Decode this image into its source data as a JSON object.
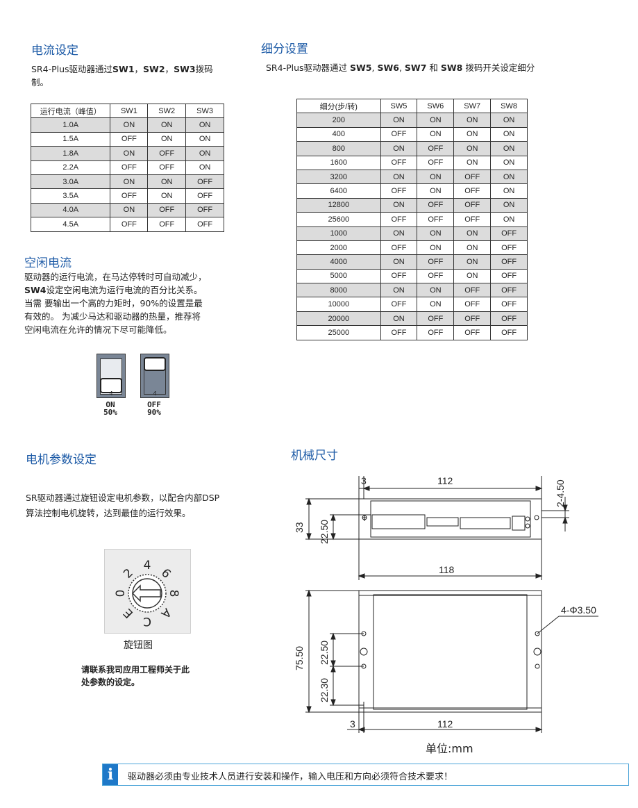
{
  "current": {
    "title": "电流设定",
    "desc_pre": "SR4-Plus驱动器通过",
    "desc_sw1": "SW1",
    "desc_sep1": "，",
    "desc_sw2": "SW2",
    "desc_sep2": "，",
    "desc_sw3": "SW3",
    "desc_post1": "拨码",
    "desc_post2": "制。",
    "headers": [
      "运行电流（峰值）",
      "SW1",
      "SW2",
      "SW3"
    ],
    "rows": [
      [
        "1.0A",
        "ON",
        "ON",
        "ON"
      ],
      [
        "1.5A",
        "OFF",
        "ON",
        "ON"
      ],
      [
        "1.8A",
        "ON",
        "OFF",
        "ON"
      ],
      [
        "2.2A",
        "OFF",
        "OFF",
        "ON"
      ],
      [
        "3.0A",
        "ON",
        "ON",
        "OFF"
      ],
      [
        "3.5A",
        "OFF",
        "ON",
        "OFF"
      ],
      [
        "4.0A",
        "ON",
        "OFF",
        "OFF"
      ],
      [
        "4.5A",
        "OFF",
        "OFF",
        "OFF"
      ]
    ]
  },
  "idle": {
    "title": "空闲电流",
    "line1": "驱动器的运行电流，在马达停转时可自动减少，",
    "line2_bold": "SW4",
    "line2_rest": "设定空闲电流为运行电流的百分比关系。",
    "line3": "当需 要输出一个高的力矩时，90%的设置是最",
    "line4": "有效的。 为减少马达和驱动器的热量，推荐将",
    "line5": "空闲电流在允许的情况下尽可能降低。",
    "dip_number": "4",
    "on_label": "ON",
    "on_value": "50%",
    "off_label": "OFF",
    "off_value": "90%"
  },
  "motor": {
    "title": "电机参数设定",
    "line1": "SR驱动器通过旋钮设定电机参数，以配合内部DSP",
    "line2": "算法控制电机旋转，达到最佳的运行效果。",
    "knob_caption": "旋钮图",
    "knob_digits": [
      "0",
      "2",
      "4",
      "6",
      "8",
      "A",
      "C",
      "E"
    ],
    "contact_line1": "请联系我司应用工程师关于此",
    "contact_line2": "处参数的设定。"
  },
  "micro": {
    "title": "细分设置",
    "desc_pre": "SR4-Plus驱动器通过 ",
    "desc_sw5": "SW5",
    "desc_c1": ", ",
    "desc_sw6": "SW6",
    "desc_c2": ", ",
    "desc_sw7": "SW7",
    "desc_and": " 和 ",
    "desc_sw8": "SW8",
    "desc_post": " 拨码开关设定细分",
    "headers": [
      "细分(步/转)",
      "SW5",
      "SW6",
      "SW7",
      "SW8"
    ],
    "rows": [
      [
        "200",
        "ON",
        "ON",
        "ON",
        "ON"
      ],
      [
        "400",
        "OFF",
        "ON",
        "ON",
        "ON"
      ],
      [
        "800",
        "ON",
        "OFF",
        "ON",
        "ON"
      ],
      [
        "1600",
        "OFF",
        "OFF",
        "ON",
        "ON"
      ],
      [
        "3200",
        "ON",
        "ON",
        "OFF",
        "ON"
      ],
      [
        "6400",
        "OFF",
        "ON",
        "OFF",
        "ON"
      ],
      [
        "12800",
        "ON",
        "OFF",
        "OFF",
        "ON"
      ],
      [
        "25600",
        "OFF",
        "OFF",
        "OFF",
        "ON"
      ],
      [
        "1000",
        "ON",
        "ON",
        "ON",
        "OFF"
      ],
      [
        "2000",
        "OFF",
        "ON",
        "ON",
        "OFF"
      ],
      [
        "4000",
        "ON",
        "OFF",
        "ON",
        "OFF"
      ],
      [
        "5000",
        "OFF",
        "OFF",
        "ON",
        "OFF"
      ],
      [
        "8000",
        "ON",
        "ON",
        "OFF",
        "OFF"
      ],
      [
        "10000",
        "OFF",
        "ON",
        "OFF",
        "OFF"
      ],
      [
        "20000",
        "ON",
        "OFF",
        "OFF",
        "OFF"
      ],
      [
        "25000",
        "OFF",
        "OFF",
        "OFF",
        "OFF"
      ]
    ]
  },
  "mech": {
    "title": "机械尺寸",
    "dim_3_top": "3",
    "dim_112_top": "112",
    "dim_2_4_50": "2-4.50",
    "dim_33": "33",
    "dim_22_50_top": "22.50",
    "dim_118": "118",
    "dim_4_hole": "4-Φ3.50",
    "dim_75_50": "75.50",
    "dim_22_50_bot": "22.50",
    "dim_22_30": "22.30",
    "dim_3_bot": "3",
    "dim_112_bot": "112",
    "unit": "单位:mm"
  },
  "notice": {
    "icon": "i",
    "text": "驱动器必须由专业技术人员进行安装和操作，输入电压和方向必须符合技术要求！"
  }
}
